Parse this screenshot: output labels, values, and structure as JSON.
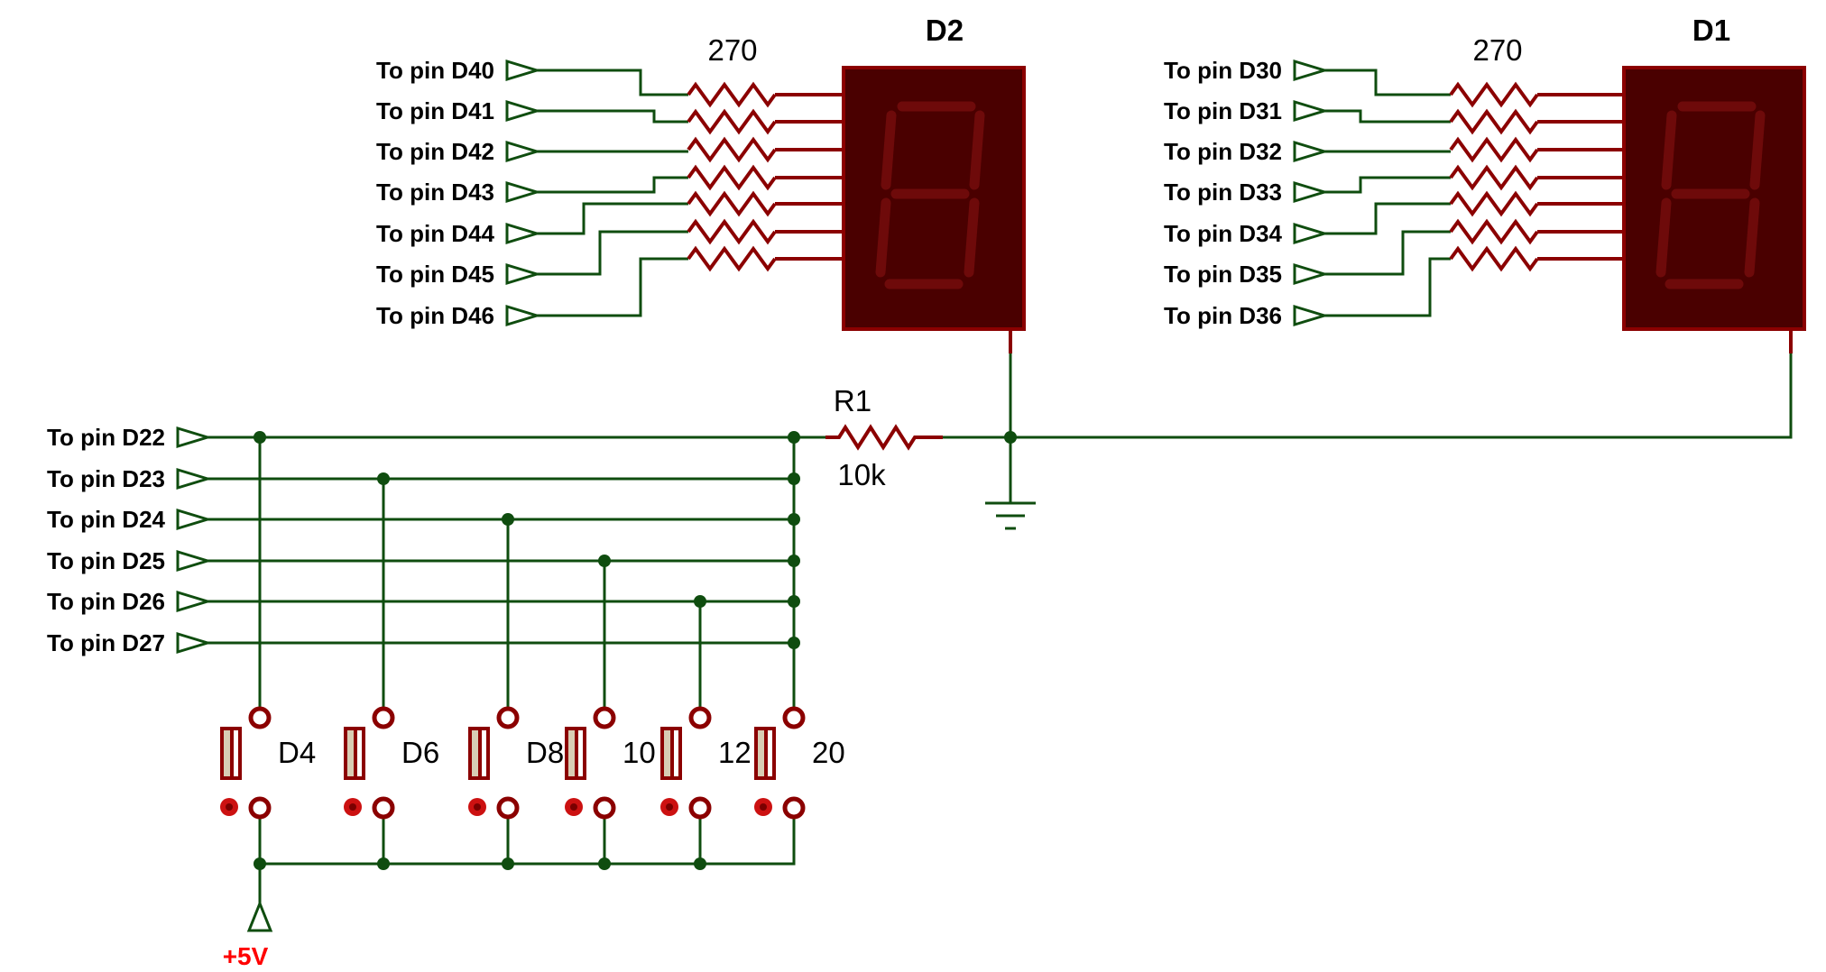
{
  "displays": [
    {
      "id": "D2",
      "value": "270",
      "pins": [
        "To pin D40",
        "To pin D41",
        "To pin D42",
        "To pin D43",
        "To pin D44",
        "To pin D45",
        "To pin D46"
      ]
    },
    {
      "id": "D1",
      "value": "270",
      "pins": [
        "To pin D30",
        "To pin D31",
        "To pin D32",
        "To pin D33",
        "To pin D34",
        "To pin D35",
        "To pin D36"
      ]
    }
  ],
  "button_pins": [
    "To pin D22",
    "To pin D23",
    "To pin D24",
    "To pin D25",
    "To pin D26",
    "To pin D27"
  ],
  "buttons": [
    "D4",
    "D6",
    "D8",
    "10",
    "12",
    "20"
  ],
  "resistor": {
    "id": "R1",
    "value": "10k"
  },
  "power": "+5V",
  "colors": {
    "wire": "#0f4d0f",
    "component": "#8b0000",
    "display_body": "#4a0000",
    "segment_off": "#6e0a0a",
    "switch_body": "#d8cdb4",
    "power_label": "#ff0000"
  }
}
